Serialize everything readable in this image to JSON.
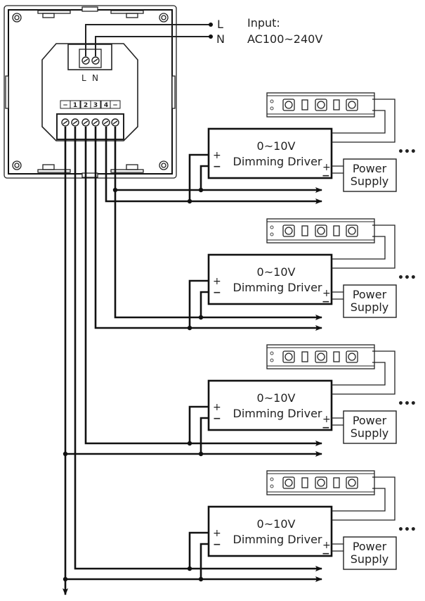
{
  "input": {
    "L": "L",
    "N": "N",
    "title": "Input:",
    "voltage": "AC100~240V"
  },
  "device": {
    "power_terminal_labels": [
      "L",
      "N"
    ],
    "output_terminal_labels": [
      "−",
      "1",
      "2",
      "3",
      "4",
      "−"
    ]
  },
  "driver": {
    "line1": "0~10V",
    "line2": "Dimming Driver",
    "plus": "+",
    "minus": "−"
  },
  "power_supply": {
    "line1": "Power",
    "line2": "Supply"
  },
  "more_indicator": "•••",
  "groups": [
    {
      "channel": "4"
    },
    {
      "channel": "3"
    },
    {
      "channel": "2"
    },
    {
      "channel": "1"
    }
  ],
  "colors": {
    "line": "#111111",
    "background": "#ffffff"
  }
}
